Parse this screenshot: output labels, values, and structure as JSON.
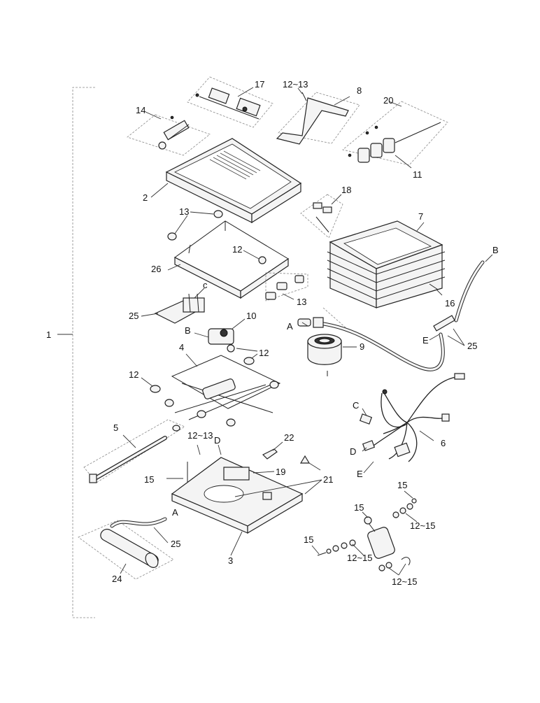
{
  "labels": {
    "l1": "1",
    "l2": "2",
    "l3": "3",
    "l4": "4",
    "l5": "5",
    "l6": "6",
    "l7": "7",
    "l8": "8",
    "l9": "9",
    "l10": "10",
    "l11": "11",
    "l12a": "12",
    "l12b": "12",
    "l12c": "12",
    "l1213a": "12~13",
    "l1213b": "12~13",
    "l13a": "13",
    "l13b": "13",
    "l14": "14",
    "l15a": "15",
    "l15b": "15",
    "l15c": "15",
    "l15d": "15",
    "l1215a": "12~15",
    "l1215b": "12~15",
    "l1215c": "12~15",
    "l16": "16",
    "l17": "17",
    "l18": "18",
    "l19": "19",
    "l20": "20",
    "l21": "21",
    "l22": "22",
    "l24": "24",
    "l25a": "25",
    "l25b": "25",
    "l25c": "25",
    "l26": "26"
  },
  "callouts": {
    "A_hose": "A",
    "A_base": "A",
    "B_hose": "B",
    "B_valve": "B",
    "C_valve": "c",
    "C_harness": "C",
    "D_harness": "D",
    "D_base": "D",
    "E_hose": "E",
    "E_harness": "E"
  }
}
